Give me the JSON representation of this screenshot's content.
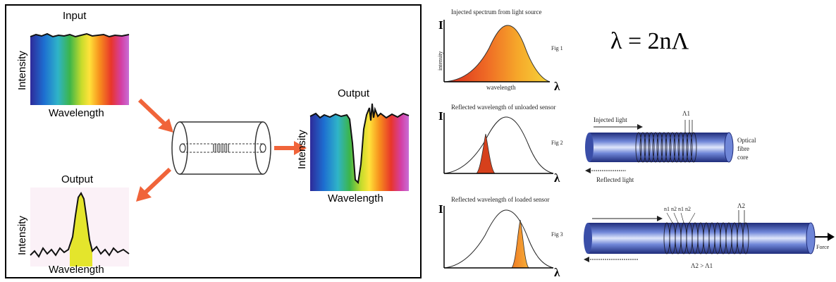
{
  "left": {
    "input_title": "Input",
    "input_xlabel": "Wavelength",
    "input_ylabel": "Intensity",
    "output_right_title": "Output",
    "output_right_xlabel": "Wavelength",
    "output_right_ylabel": "Intensity",
    "output_bottom_title": "Output",
    "output_bottom_xlabel": "Wavelength",
    "output_bottom_ylabel": "Intensity",
    "arrow_color": "#f0643a"
  },
  "right": {
    "fig1_caption": "Injected spectrum from light source",
    "fig1_label": "Fig 1",
    "fig1_xlabel": "wavelength",
    "fig1_ylabel": "intensity",
    "axis_i": "I",
    "axis_lambda": "λ",
    "equation": "λ = 2nΛ",
    "fig2_caption": "Reflected wavelength of unloaded sensor",
    "fig2_label": "Fig 2",
    "fig2_injected": "Injected light",
    "fig2_reflected": "Reflected light",
    "fig2_marker": "Λ1",
    "fiber_label_1": "Optical",
    "fiber_label_2": "fibre",
    "fiber_label_3": "core",
    "fig3_caption": "Reflected wavelength of loaded sensor",
    "fig3_label": "Fig 3",
    "fig3_indices": "n1 n2 n1    n2",
    "fig3_marker": "Λ2",
    "fig3_relation": "Λ2 > Λ1",
    "force_label": "Force",
    "fiber_color": "#3a4ea8"
  }
}
